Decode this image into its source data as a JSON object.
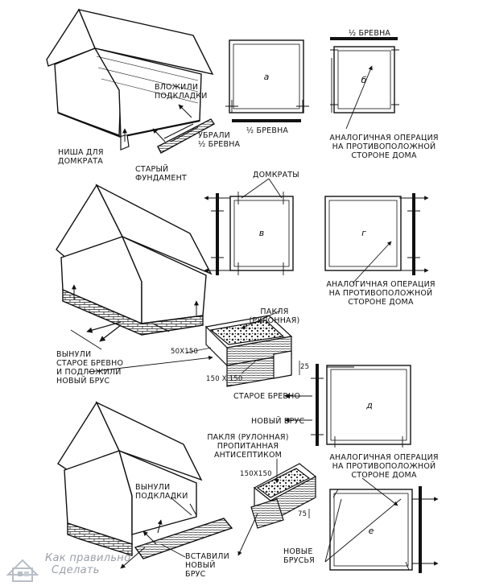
{
  "labels": {
    "put_shims": "ВЛОЖИЛИ\nПОДКЛАДКИ",
    "removed_half_logs": "УБРАЛИ\n½ БРЕВНА",
    "jack_niche": "НИША ДЛЯ\nДОМКРАТА",
    "old_foundation": "СТАРЫЙ\nФУНДАМЕНТ",
    "half_log_top": "½ БРЕВНА",
    "half_log_bottom": "½ БРЕВНА",
    "same_op_1": "АНАЛОГИЧНАЯ ОПЕРАЦИЯ\nНА ПРОТИВОПОЛОЖНОЙ\nСТОРОНЕ ДОМА",
    "jacks": "ДОМКРАТЫ",
    "same_op_2": "АНАЛОГИЧНАЯ ОПЕРАЦИЯ\nНА ПРОТИВОПОЛОЖНОЙ\nСТОРОНЕ ДОМА",
    "tow_rolled_1": "ПАКЛЯ\n(РУЛОННАЯ)",
    "dim_50x150": "50x150",
    "dim_150x150_1": "150 x 150",
    "dim_25": "25",
    "took_out_old_log": "ВЫНУЛИ\nСТАРОЕ БРЕВНО\nИ ПОДЛОЖИЛИ\nНОВЫЙ БРУС",
    "old_log": "СТАРОЕ БРЕВНО",
    "new_beam": "НОВЫЙ БРУС",
    "tow_impregnated": "ПАКЛЯ (РУЛОННАЯ)\nПРОПИТАННАЯ\nАНТИСЕПТИКОМ",
    "same_op_3": "АНАЛОГИЧНАЯ ОПЕРАЦИЯ\nНА ПРОТИВОПОЛОЖНОЙ\nСТОРОНЕ ДОМА",
    "dim_150x150_2": "150x150",
    "dim_75": "75",
    "took_out_shims": "ВЫНУЛИ\nПОДКЛАДКИ",
    "inserted_new_beam": "ВСТАВИЛИ\nНОВЫЙ\nБРУС",
    "new_beams": "НОВЫЕ\nБРУСЬЯ"
  },
  "plans": [
    "а",
    "б",
    "в",
    "г",
    "д",
    "е"
  ],
  "watermark": {
    "line1": "Как правильно",
    "line2": "Сделать"
  }
}
